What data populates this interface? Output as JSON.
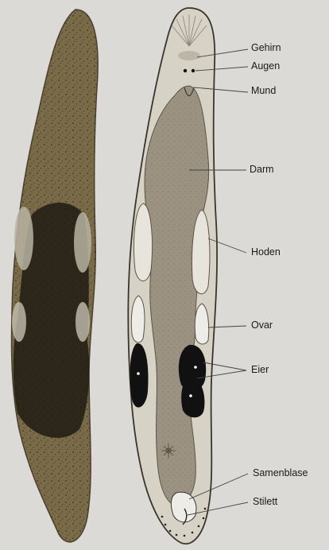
{
  "labels": {
    "gehirn": "Gehirn",
    "augen": "Augen",
    "mund": "Mund",
    "darm": "Darm",
    "hoden": "Hoden",
    "ovar": "Ovar",
    "eier": "Eier",
    "samenblase": "Samenblase",
    "stilett": "Stilett"
  },
  "colors": {
    "background": "#dcdad6",
    "body_left_fill": "#6d6040",
    "body_left_dark": "#1b1810",
    "body_right_fill": "#d7d2c6",
    "gut_fill": "#9b9282",
    "organ_fill": "#e7e4dc",
    "egg_fill": "#111111",
    "outline": "#3a352c"
  }
}
